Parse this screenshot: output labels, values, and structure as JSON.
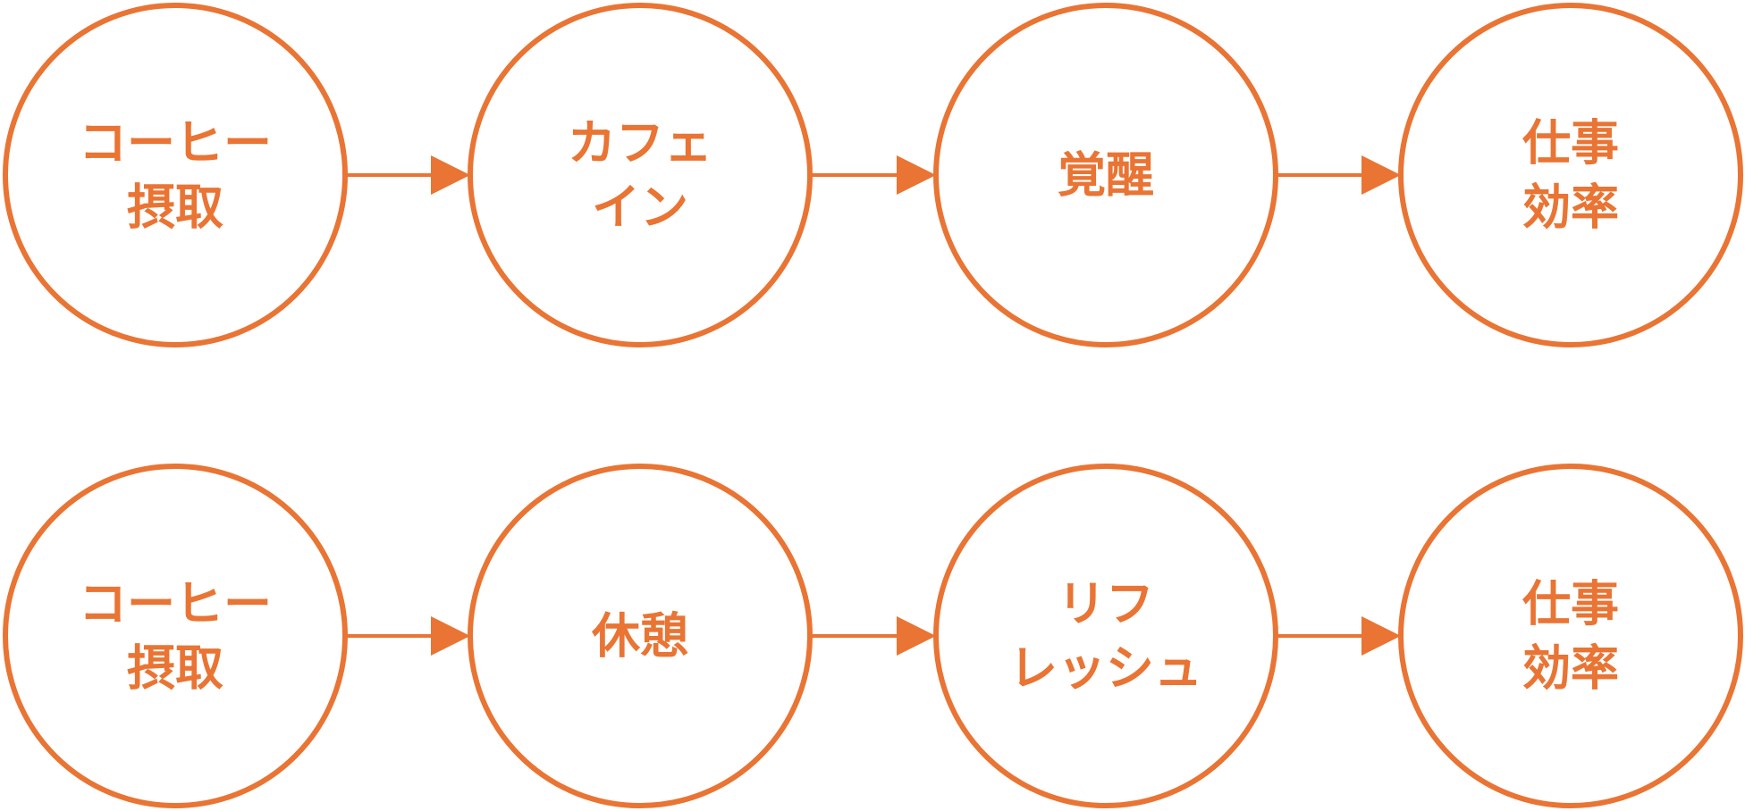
{
  "colors": {
    "accent": "#e97433",
    "background": "#ffffff"
  },
  "flows": [
    {
      "nodes": [
        {
          "lines": [
            "コーヒー",
            "摂取"
          ]
        },
        {
          "lines": [
            "カフェ",
            "イン"
          ]
        },
        {
          "lines": [
            "覚醒"
          ]
        },
        {
          "lines": [
            "仕事",
            "効率"
          ]
        }
      ]
    },
    {
      "nodes": [
        {
          "lines": [
            "コーヒー",
            "摂取"
          ]
        },
        {
          "lines": [
            "休憩"
          ]
        },
        {
          "lines": [
            "リフ",
            "レッシュ"
          ]
        },
        {
          "lines": [
            "仕事",
            "効率"
          ]
        }
      ]
    }
  ]
}
